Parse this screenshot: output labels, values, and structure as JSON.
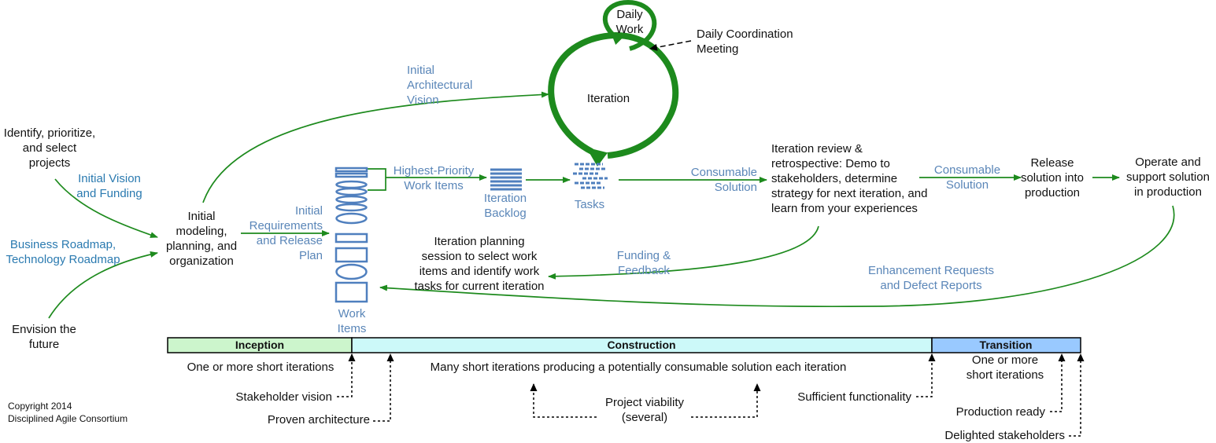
{
  "colors": {
    "green": "#1d8a1d",
    "blue": "#4f7fbe",
    "label_blue": "#5a86b8",
    "inception_fill": "#ccf5cc",
    "construction_fill": "#ccf9f9",
    "transition_fill": "#99c9ff"
  },
  "icons": {
    "work_items_stack": "work-items-stack-icon",
    "iteration_backlog": "iteration-backlog-icon",
    "tasks": "tasks-icon",
    "iteration_loop": "iteration-loop-icon"
  },
  "labels": {
    "daily_work": "Daily\nWork",
    "daily_coordination": "Daily Coordination\nMeeting",
    "iteration": "Iteration",
    "initial_arch_vision": "Initial\nArchitectural\nVision",
    "identify_projects": "Identify, prioritize,\nand select\nprojects",
    "initial_vision_funding": "Initial Vision\nand Funding",
    "business_roadmap": "Business Roadmap,\nTechnology Roadmap",
    "envision_future": "Envision the\nfuture",
    "initial_modeling": "Initial\nmodeling,\nplanning, and\norganization",
    "initial_requirements": "Initial\nRequirements\nand Release\nPlan",
    "work_items": "Work\nItems",
    "highest_priority": "Highest-Priority\nWork Items",
    "iteration_backlog": "Iteration\nBacklog",
    "tasks": "Tasks",
    "consumable_solution_1": "Consumable\nSolution",
    "iteration_review": "Iteration review &\nretrospective: Demo to\nstakeholders, determine\nstrategy for next iteration, and\nlearn from your experiences",
    "consumable_solution_2": "Consumable\nSolution",
    "release_solution": "Release\nsolution into\nproduction",
    "operate_support": "Operate and\nsupport solution\nin production",
    "iteration_planning": "Iteration planning\nsession to select work\nitems and identify work\ntasks for current iteration",
    "funding_feedback": "Funding &\nFeedback",
    "enhancement_requests": "Enhancement Requests\nand Defect Reports"
  },
  "phases": {
    "inception": "Inception",
    "construction": "Construction",
    "transition": "Transition"
  },
  "phase_notes": {
    "inception": "One or more short iterations",
    "construction": "Many short iterations producing a potentially consumable solution each iteration",
    "transition": "One or more\nshort iterations"
  },
  "milestones": {
    "stakeholder_vision": "Stakeholder vision",
    "proven_architecture": "Proven architecture",
    "project_viability": "Project viability\n(several)",
    "sufficient_functionality": "Sufficient functionality",
    "production_ready": "Production ready",
    "delighted_stakeholders": "Delighted stakeholders"
  },
  "copyright": "Copyright 2014\nDisciplined Agile Consortium"
}
